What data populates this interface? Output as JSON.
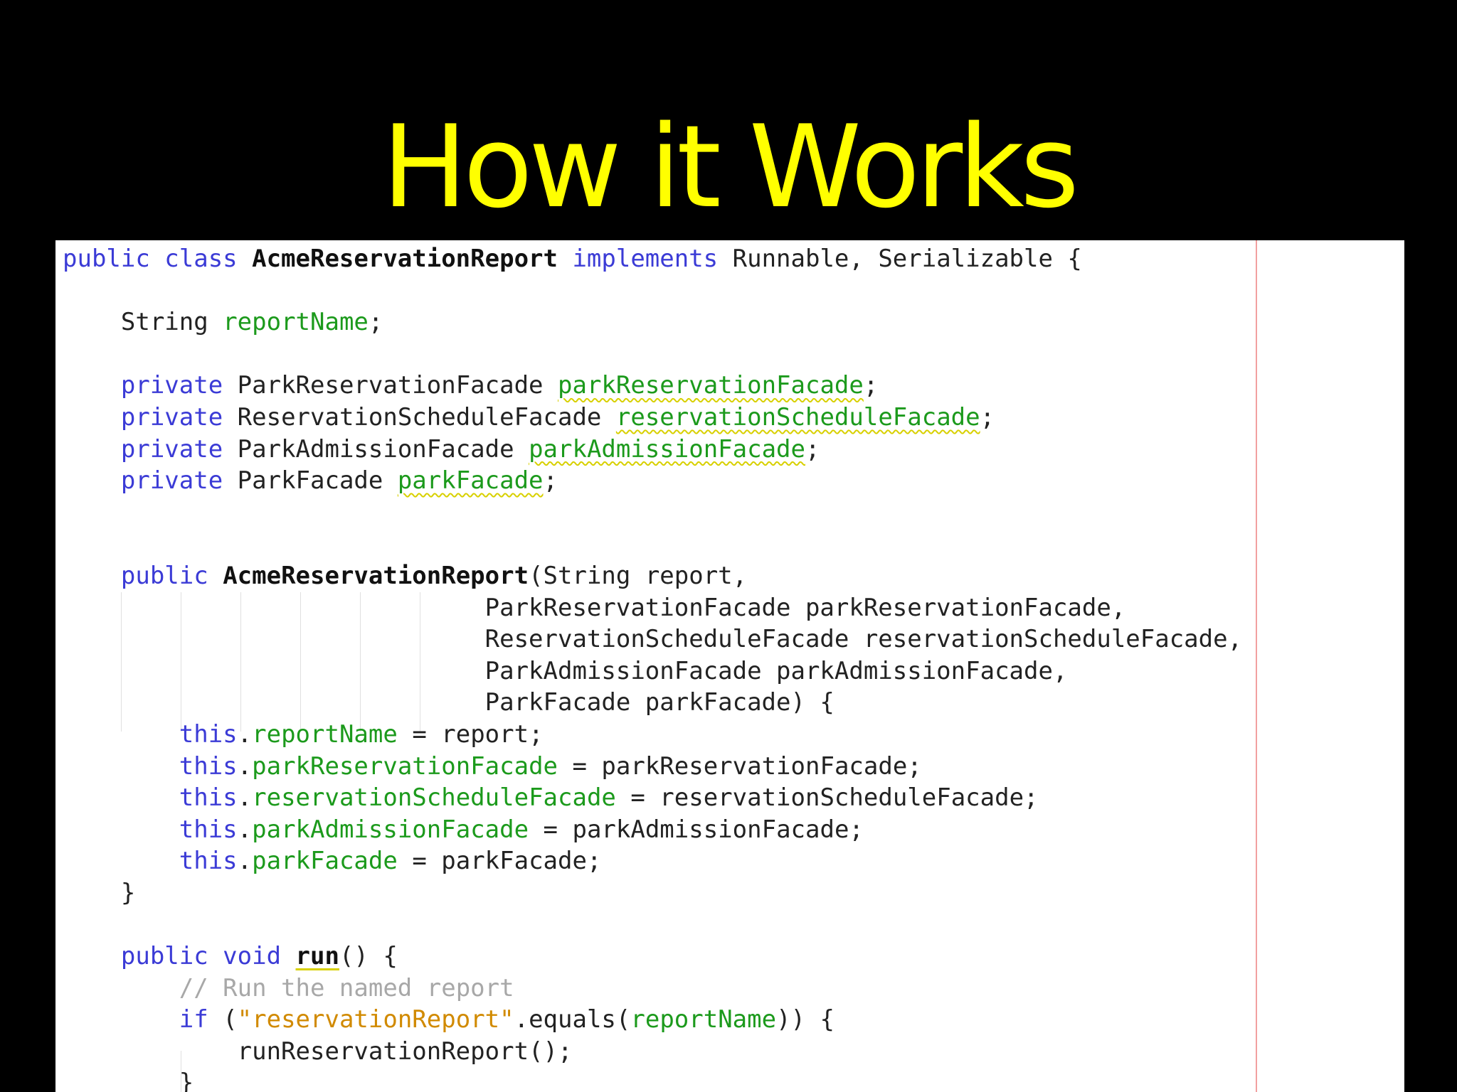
{
  "slide": {
    "title": "How it Works"
  },
  "code": {
    "l1": {
      "kw1": "public class ",
      "name": "AcmeReservationReport",
      "kw2": " implements",
      "rest": " Runnable, Serializable {"
    },
    "l3": {
      "type": "String ",
      "field": "reportName",
      "semi": ";"
    },
    "l5": {
      "kw": "private",
      "type": " ParkReservationFacade ",
      "field": "parkReservationFacade",
      "semi": ";"
    },
    "l6": {
      "kw": "private",
      "type": " ReservationScheduleFacade ",
      "field": "reservationScheduleFacade",
      "semi": ";"
    },
    "l7": {
      "kw": "private",
      "type": " ParkAdmissionFacade ",
      "field": "parkAdmissionFacade",
      "semi": ";"
    },
    "l8": {
      "kw": "private",
      "type": " ParkFacade ",
      "field": "parkFacade",
      "semi": ";"
    },
    "l11": {
      "kw": "public ",
      "name": "AcmeReservationReport",
      "rest": "(String report,"
    },
    "l12": {
      "text": "ParkReservationFacade parkReservationFacade,"
    },
    "l13": {
      "text": "ReservationScheduleFacade reservationScheduleFacade,"
    },
    "l14": {
      "text": "ParkAdmissionFacade parkAdmissionFacade,"
    },
    "l15": {
      "text": "ParkFacade parkFacade) {"
    },
    "l16": {
      "kw": "this",
      "dot": ".",
      "field": "reportName",
      "rest": " = report;"
    },
    "l17": {
      "kw": "this",
      "dot": ".",
      "field": "parkReservationFacade",
      "rest": " = parkReservationFacade;"
    },
    "l18": {
      "kw": "this",
      "dot": ".",
      "field": "reservationScheduleFacade",
      "rest": " = reservationScheduleFacade;"
    },
    "l19": {
      "kw": "this",
      "dot": ".",
      "field": "parkAdmissionFacade",
      "rest": " = parkAdmissionFacade;"
    },
    "l20": {
      "kw": "this",
      "dot": ".",
      "field": "parkFacade",
      "rest": " = parkFacade;"
    },
    "l21": {
      "text": "}"
    },
    "l23": {
      "kw": "public void ",
      "name": "run",
      "rest": "() {"
    },
    "l24": {
      "comment": "// Run the named report"
    },
    "l25": {
      "kw": "if",
      "open": " (",
      "str": "\"reservationReport\"",
      "mid": ".equals(",
      "field": "reportName",
      "rest": ")) {"
    },
    "l26": {
      "text": "runReservationReport();"
    },
    "l27": {
      "text": "}"
    }
  }
}
